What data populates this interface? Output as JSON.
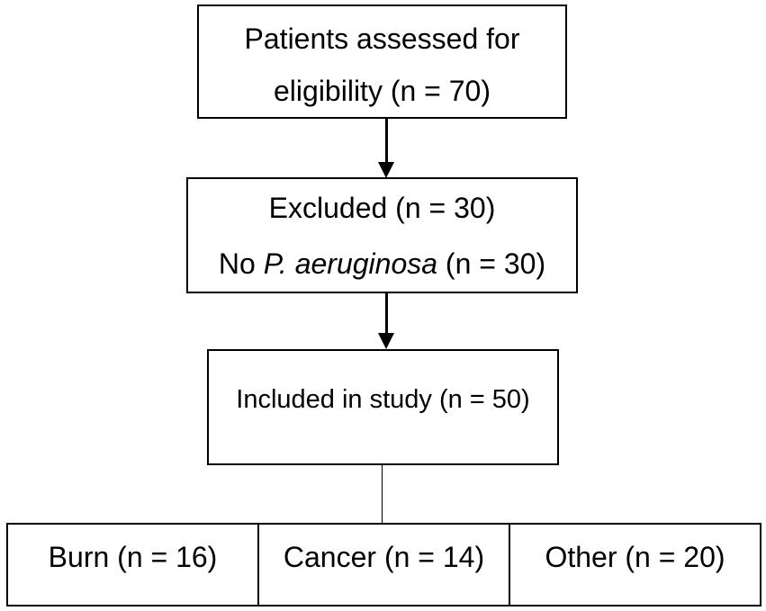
{
  "assessed": {
    "line1": "Patients assessed for",
    "line2": "eligibility (n = 70)"
  },
  "excluded": {
    "line1": "Excluded (n = 30)",
    "line2_prefix": "No ",
    "line2_italic": "P. aeruginosa",
    "line2_suffix": " (n = 30)"
  },
  "included": {
    "label": "Included in study (n = 50)"
  },
  "groups": [
    {
      "label": "Burn (n = 16)"
    },
    {
      "label": "Cancer (n = 14)"
    },
    {
      "label": "Other (n = 20)"
    }
  ]
}
